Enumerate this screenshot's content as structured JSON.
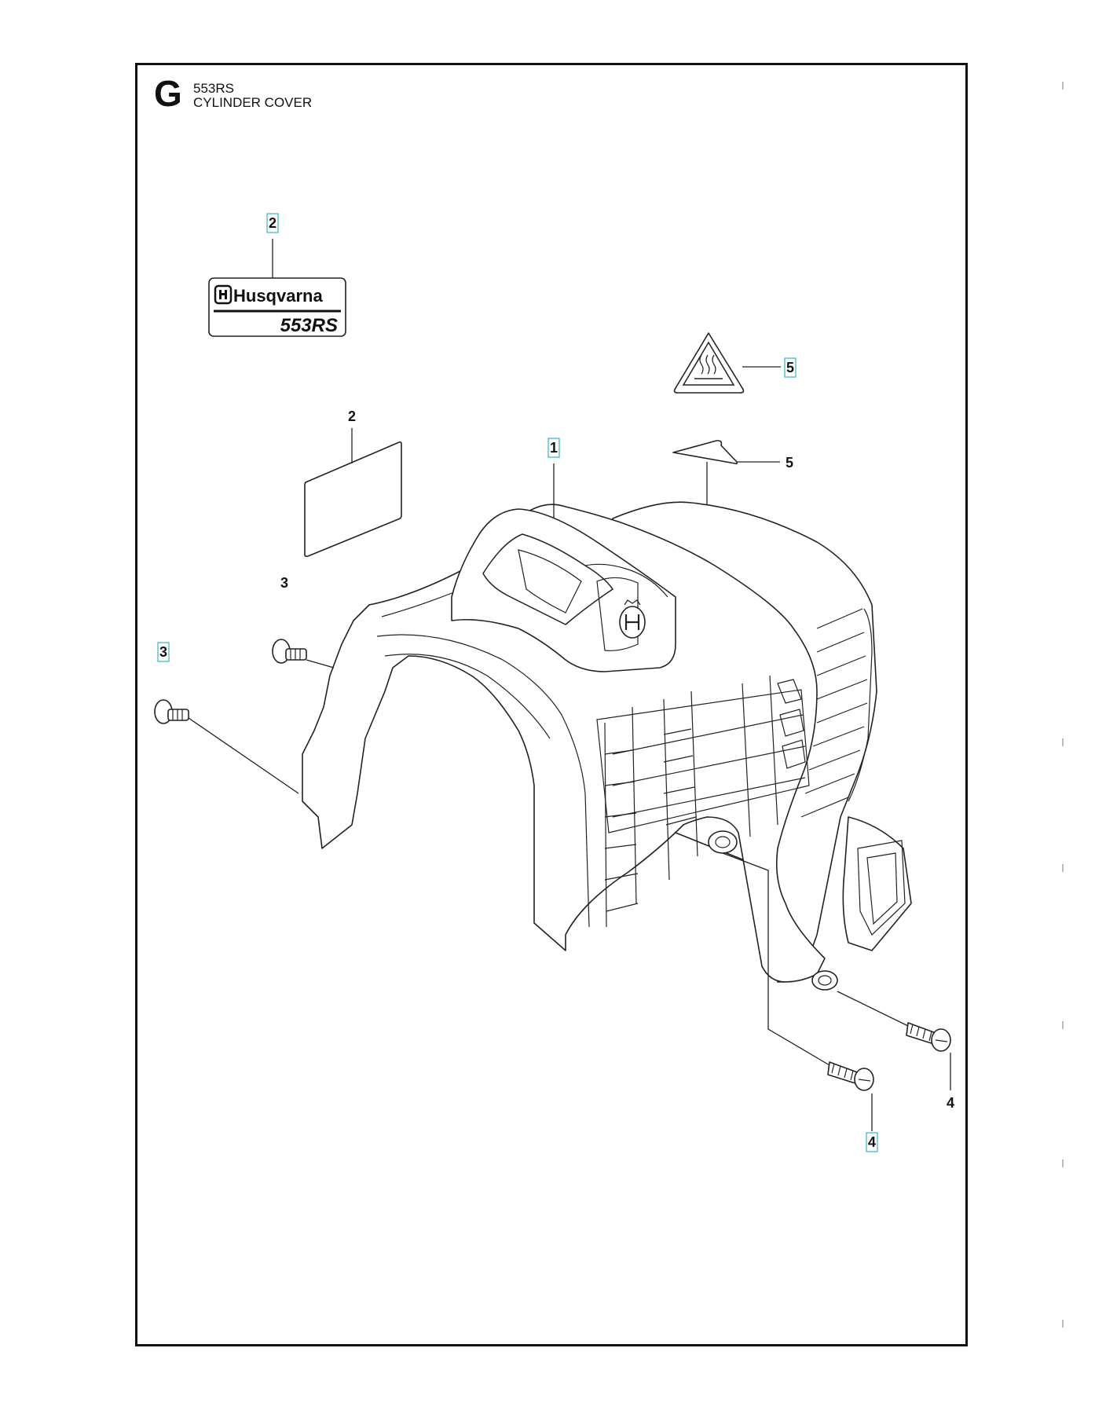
{
  "header": {
    "section_letter": "G",
    "model": "553RS",
    "title": "CYLINDER COVER"
  },
  "decal": {
    "brand": "Husqvarna",
    "model_text": "553RS"
  },
  "callouts": [
    {
      "id": "c-2-top",
      "label": "2",
      "highlighted": true
    },
    {
      "id": "c-5-top",
      "label": "5",
      "highlighted": true
    },
    {
      "id": "c-2-mid",
      "label": "2",
      "highlighted": false
    },
    {
      "id": "c-1",
      "label": "1",
      "highlighted": true
    },
    {
      "id": "c-5-mid",
      "label": "5",
      "highlighted": false
    },
    {
      "id": "c-3-upper",
      "label": "3",
      "highlighted": false
    },
    {
      "id": "c-3-lower",
      "label": "3",
      "highlighted": true
    },
    {
      "id": "c-4-right",
      "label": "4",
      "highlighted": false
    },
    {
      "id": "c-4-lower",
      "label": "4",
      "highlighted": true
    }
  ],
  "colors": {
    "line": "#222222",
    "highlight": "#32b4c8",
    "background": "#ffffff"
  }
}
